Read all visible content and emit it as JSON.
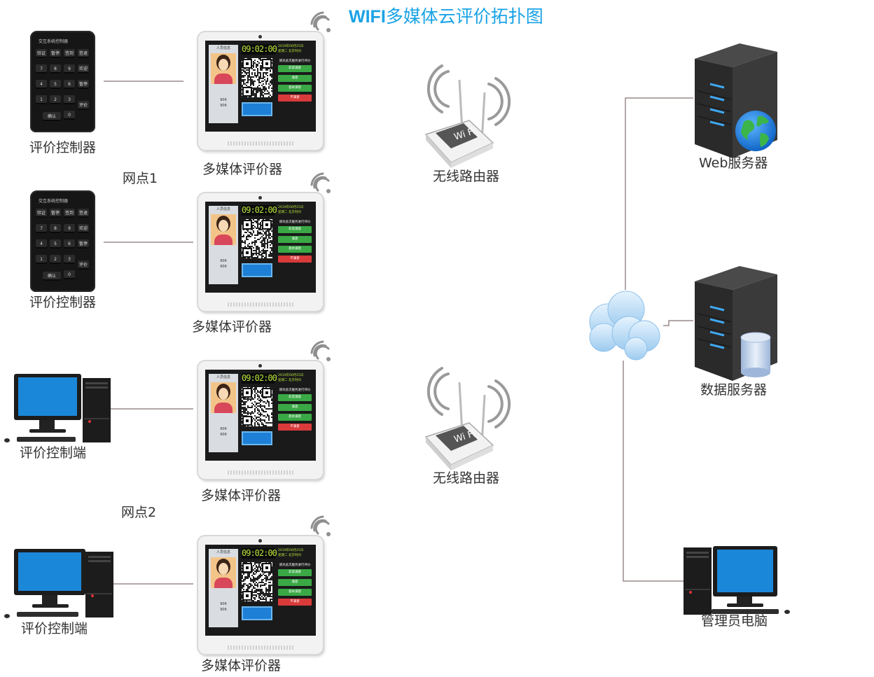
{
  "title": {
    "latin": "WIFI",
    "cjk": "多媒体云评价拓扑图"
  },
  "colors": {
    "title": "#1aa3e6",
    "line": "#9b8a8a",
    "label": "#333333",
    "tablet_btn_green": "#3aa845",
    "tablet_btn_red": "#d93a3a",
    "screen_blue": "#1b87d9"
  },
  "labels": {
    "controller_1": "评价控制器",
    "controller_2": "评价控制器",
    "terminal_1": "评价控制端",
    "terminal_2": "评价控制端",
    "tablet_1": "多媒体评价器",
    "tablet_2": "多媒体评价器",
    "tablet_3": "多媒体评价器",
    "tablet_4": "多媒体评价器",
    "site_1": "网点1",
    "site_2": "网点2",
    "router_1": "无线路由器",
    "router_2": "无线路由器",
    "web_server": "Web服务器",
    "data_server": "数据服务器",
    "admin_pc": "管理员电脑"
  },
  "keypad": {
    "brand": "交互系统控制器",
    "keys": [
      "验证",
      "暂停",
      "签到",
      "签退",
      "7",
      "8",
      "9",
      "欢迎",
      "4",
      "5",
      "6",
      "暂停",
      "1",
      "2",
      "3",
      "评价",
      "确认",
      "0"
    ]
  },
  "tablet": {
    "name_label": "人员信息",
    "clock": "09:02:00",
    "date_line1": "2019年06月25日",
    "date_line2": "星期二 北京时间",
    "prompt": "请对此次服务进行评价",
    "buttons": [
      "非常满意",
      "满意",
      "基本满意",
      "不满意"
    ],
    "id_line1": "906",
    "id_line2": "906"
  },
  "router": {
    "sticker": "Wi Fi"
  },
  "icons": {
    "keypad": "keypad-icon",
    "tablet": "tablet-icon",
    "wifi": "wifi-icon",
    "router": "router-icon",
    "desktop": "desktop-pc-icon",
    "server": "server-icon",
    "globe": "globe-icon",
    "database": "database-icon",
    "cloud": "cloud-icon"
  }
}
